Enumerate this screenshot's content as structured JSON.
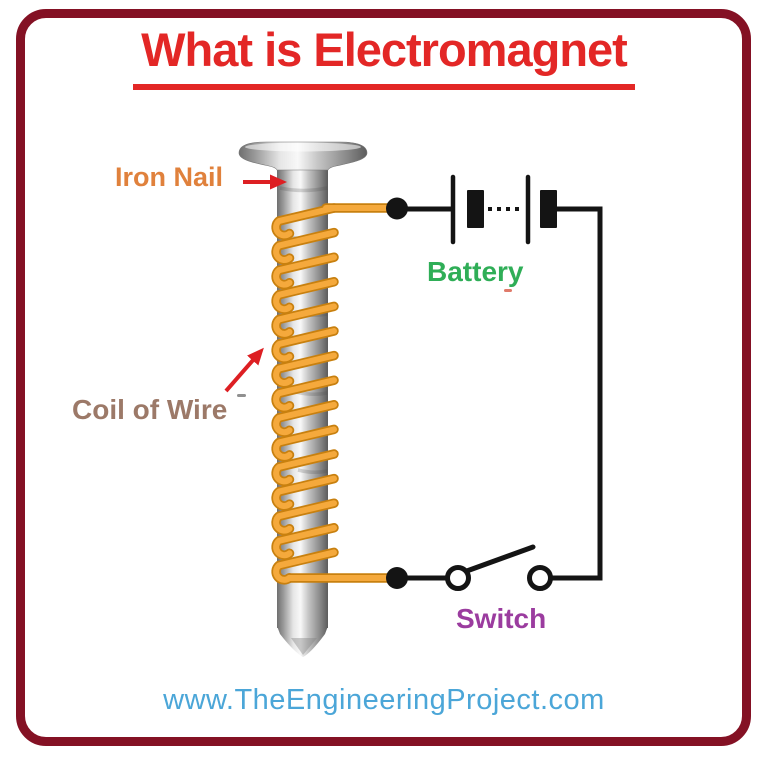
{
  "title": "What is Electromagnet",
  "diagram": {
    "iron_nail_label": "Iron Nail",
    "coil_label": "Coil of Wire",
    "battery_label": "Battery",
    "switch_label": "Switch"
  },
  "footer_url": "www.TheEngineeringProject.com",
  "colors": {
    "border": "#841124",
    "title": "#E32726",
    "nail_label": "#E0813C",
    "coil_label": "#9C7968",
    "battery_label": "#2FAE57",
    "switch_label": "#9B3C9F",
    "url": "#4BA6D8",
    "wire_orange": "#F5A93C",
    "wire_orange_dark": "#C8800F",
    "circuit_black": "#141414",
    "arrow_red": "#DD1F23"
  }
}
